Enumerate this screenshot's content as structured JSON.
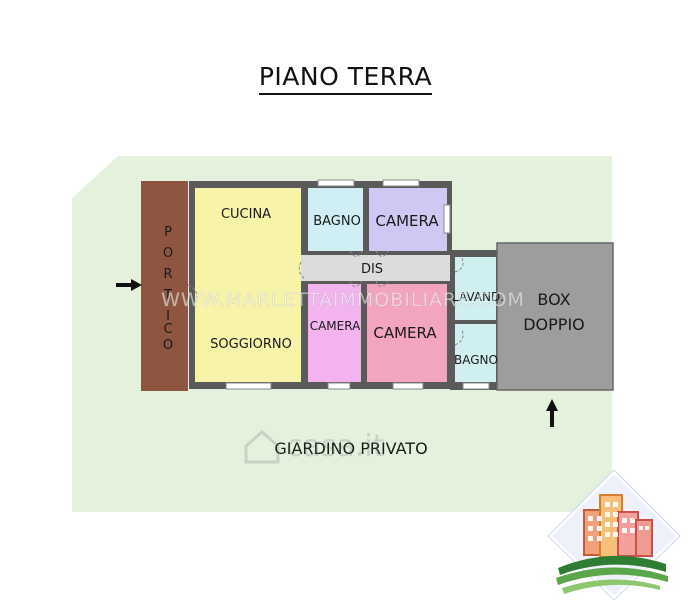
{
  "title": "PIANO TERRA",
  "rooms": {
    "portico": "PORTICO",
    "cucina": "CUCINA",
    "soggiorno": "SOGGIORNO",
    "bagno_1": "BAGNO",
    "camera_1": "CAMERA",
    "dis": "DIS",
    "camera_2": "CAMERA",
    "camera_3": "CAMERA",
    "lavand": "LAVAND.",
    "bagno_2": "BAGNO",
    "box_line1": "BOX",
    "box_line2": "DOPPIO"
  },
  "garden_label": "GIARDINO PRIVATO",
  "watermark_text": "WWW.MARLETTAIMMOBILIARE.COM",
  "watermark_logo": "casa.it",
  "colors": {
    "garden": "#e3f1dd",
    "portico": "#8e5640",
    "living": "#f7f3a8",
    "bagno": "#cfeff4",
    "camera_top": "#cdc9f2",
    "dis": "#dcdcdc",
    "camera_small": "#f2b3ee",
    "camera_pink": "#f3a5be",
    "service": "#cfeff0",
    "box": "#9d9d9d",
    "wall": "#555555"
  }
}
